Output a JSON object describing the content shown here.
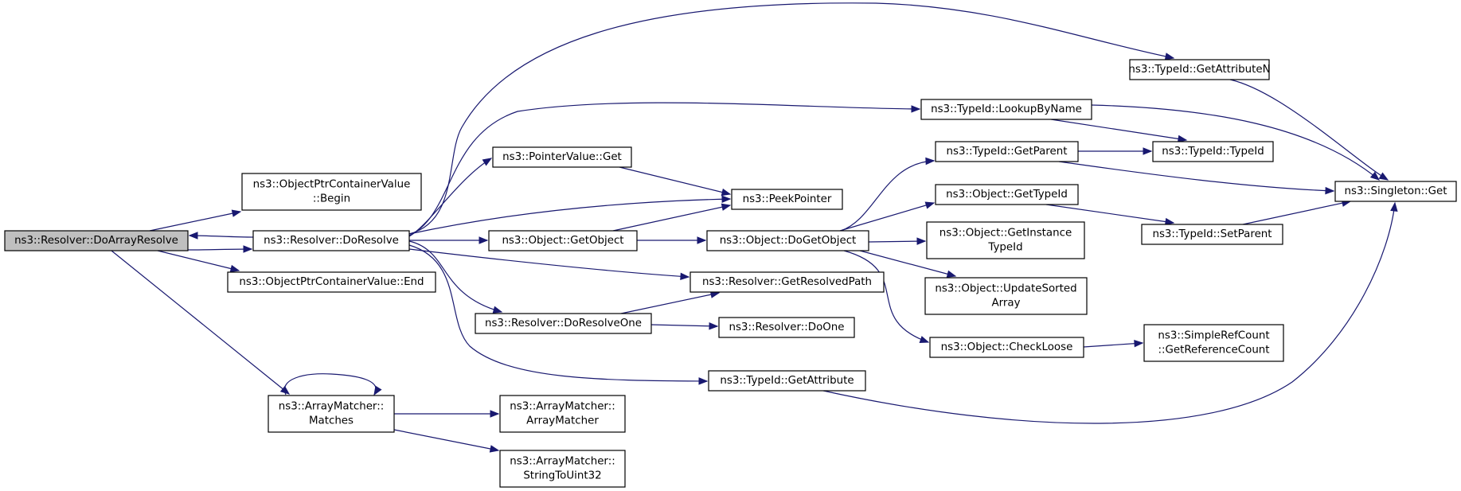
{
  "diagram": {
    "kind": "call-graph",
    "root": "doarrayresolve",
    "edge_color": "#191970",
    "root_fill": "#bfbfbf",
    "nodes": [
      {
        "id": "doarrayresolve",
        "lines": [
          "ns3::Resolver::DoArrayResolve"
        ],
        "root": true
      },
      {
        "id": "ocv_begin",
        "lines": [
          "ns3::ObjectPtrContainerValue",
          "::Begin"
        ]
      },
      {
        "id": "doresolve",
        "lines": [
          "ns3::Resolver::DoResolve"
        ]
      },
      {
        "id": "ocv_end",
        "lines": [
          "ns3::ObjectPtrContainerValue::End"
        ]
      },
      {
        "id": "am_matches",
        "lines": [
          "ns3::ArrayMatcher::",
          "Matches"
        ]
      },
      {
        "id": "getattributen",
        "lines": [
          "ns3::TypeId::GetAttributeN"
        ]
      },
      {
        "id": "lookupbyname",
        "lines": [
          "ns3::TypeId::LookupByName"
        ]
      },
      {
        "id": "pointervalue_get",
        "lines": [
          "ns3::PointerValue::Get"
        ]
      },
      {
        "id": "peekpointer",
        "lines": [
          "ns3::PeekPointer"
        ]
      },
      {
        "id": "object_getobject",
        "lines": [
          "ns3::Object::GetObject"
        ]
      },
      {
        "id": "object_dogetobject",
        "lines": [
          "ns3::Object::DoGetObject"
        ]
      },
      {
        "id": "getresolvedpath",
        "lines": [
          "ns3::Resolver::GetResolvedPath"
        ]
      },
      {
        "id": "doresolveone",
        "lines": [
          "ns3::Resolver::DoResolveOne"
        ]
      },
      {
        "id": "doone",
        "lines": [
          "ns3::Resolver::DoOne"
        ]
      },
      {
        "id": "getattribute",
        "lines": [
          "ns3::TypeId::GetAttribute"
        ]
      },
      {
        "id": "getparent",
        "lines": [
          "ns3::TypeId::GetParent"
        ]
      },
      {
        "id": "typeid_typeid",
        "lines": [
          "ns3::TypeId::TypeId"
        ]
      },
      {
        "id": "object_gettypeid",
        "lines": [
          "ns3::Object::GetTypeId"
        ]
      },
      {
        "id": "getinstancetypeid",
        "lines": [
          "ns3::Object::GetInstance",
          "TypeId"
        ]
      },
      {
        "id": "updatesortedarray",
        "lines": [
          "ns3::Object::UpdateSorted",
          "Array"
        ]
      },
      {
        "id": "checkloose",
        "lines": [
          "ns3::Object::CheckLoose"
        ]
      },
      {
        "id": "getreferencecount",
        "lines": [
          "ns3::SimpleRefCount",
          "::GetReferenceCount"
        ]
      },
      {
        "id": "setparent",
        "lines": [
          "ns3::TypeId::SetParent"
        ]
      },
      {
        "id": "singleton_get",
        "lines": [
          "ns3::Singleton::Get"
        ]
      },
      {
        "id": "am_arraymatcher",
        "lines": [
          "ns3::ArrayMatcher::",
          "ArrayMatcher"
        ]
      },
      {
        "id": "am_stringtouint32",
        "lines": [
          "ns3::ArrayMatcher::",
          "StringToUint32"
        ]
      }
    ],
    "edges": [
      {
        "from": "doarrayresolve",
        "to": "ocv_begin"
      },
      {
        "from": "doarrayresolve",
        "to": "doresolve"
      },
      {
        "from": "doarrayresolve",
        "to": "ocv_end"
      },
      {
        "from": "doarrayresolve",
        "to": "am_matches"
      },
      {
        "from": "doresolve",
        "to": "doarrayresolve"
      },
      {
        "from": "doresolve",
        "to": "getattributen"
      },
      {
        "from": "doresolve",
        "to": "lookupbyname"
      },
      {
        "from": "doresolve",
        "to": "pointervalue_get"
      },
      {
        "from": "doresolve",
        "to": "peekpointer"
      },
      {
        "from": "doresolve",
        "to": "object_getobject"
      },
      {
        "from": "doresolve",
        "to": "getresolvedpath"
      },
      {
        "from": "doresolve",
        "to": "doresolveone"
      },
      {
        "from": "doresolve",
        "to": "getattribute"
      },
      {
        "from": "pointervalue_get",
        "to": "peekpointer"
      },
      {
        "from": "object_getobject",
        "to": "peekpointer"
      },
      {
        "from": "object_getobject",
        "to": "object_dogetobject"
      },
      {
        "from": "object_dogetobject",
        "to": "getparent"
      },
      {
        "from": "object_dogetobject",
        "to": "object_gettypeid"
      },
      {
        "from": "object_dogetobject",
        "to": "getinstancetypeid"
      },
      {
        "from": "object_dogetobject",
        "to": "updatesortedarray"
      },
      {
        "from": "object_dogetobject",
        "to": "checkloose"
      },
      {
        "from": "doresolveone",
        "to": "getresolvedpath"
      },
      {
        "from": "doresolveone",
        "to": "doone"
      },
      {
        "from": "getattributen",
        "to": "singleton_get"
      },
      {
        "from": "lookupbyname",
        "to": "typeid_typeid"
      },
      {
        "from": "lookupbyname",
        "to": "singleton_get"
      },
      {
        "from": "getparent",
        "to": "typeid_typeid"
      },
      {
        "from": "getparent",
        "to": "singleton_get"
      },
      {
        "from": "object_gettypeid",
        "to": "setparent"
      },
      {
        "from": "setparent",
        "to": "singleton_get"
      },
      {
        "from": "checkloose",
        "to": "getreferencecount"
      },
      {
        "from": "getattribute",
        "to": "singleton_get"
      },
      {
        "from": "am_matches",
        "to": "am_matches"
      },
      {
        "from": "am_matches",
        "to": "am_arraymatcher"
      },
      {
        "from": "am_matches",
        "to": "am_stringtouint32"
      }
    ]
  }
}
